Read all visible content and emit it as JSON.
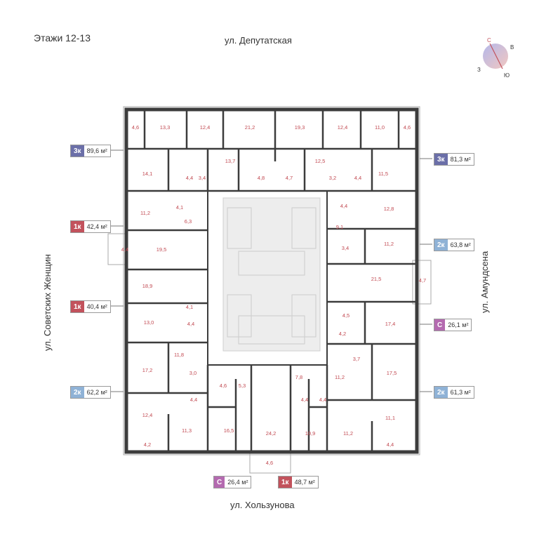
{
  "title": "Этажи 12-13",
  "streets": {
    "top": "ул. Депутатская",
    "bottom": "ул. Хользунова",
    "left": "ул. Советских Женщин",
    "right": "ул. Амундсена"
  },
  "compass": {
    "n": "С",
    "e": "В",
    "s": "Ю",
    "w": "З"
  },
  "colors": {
    "3k": "#6b6fa8",
    "1k": "#c2525c",
    "2k": "#8fb2d6",
    "c": "#b46ab0",
    "room_label": "#c24a52",
    "wall": "#3c3c3c"
  },
  "badges": [
    {
      "type": "3к",
      "area": "89,6 м²",
      "color": "#6b6fa8"
    },
    {
      "type": "3к",
      "area": "81,3 м²",
      "color": "#6b6fa8"
    },
    {
      "type": "1к",
      "area": "42,4 м²",
      "color": "#c2525c"
    },
    {
      "type": "2к",
      "area": "63,8 м²",
      "color": "#8fb2d6"
    },
    {
      "type": "1к",
      "area": "40,4 м²",
      "color": "#c2525c"
    },
    {
      "type": "С",
      "area": "26,1 м²",
      "color": "#b46ab0"
    },
    {
      "type": "2к",
      "area": "62,2 м²",
      "color": "#8fb2d6"
    },
    {
      "type": "2к",
      "area": "61,3 м²",
      "color": "#8fb2d6"
    },
    {
      "type": "С",
      "area": "26,4 м²",
      "color": "#b46ab0"
    },
    {
      "type": "1к",
      "area": "48,7 м²",
      "color": "#c2525c"
    }
  ],
  "rooms": [
    "4,6",
    "13,3",
    "12,4",
    "21,2",
    "19,3",
    "12,4",
    "11,0",
    "4,6",
    "14,1",
    "13,7",
    "12,5",
    "11,5",
    "4,4",
    "3,4",
    "4,8",
    "4,7",
    "3,2",
    "4,4",
    "11,2",
    "4,1",
    "6,3",
    "4,4",
    "12,8",
    "9,1",
    "4,4",
    "19,5",
    "3,4",
    "11,2",
    "18,9",
    "21,5",
    "4,7",
    "4,1",
    "4,5",
    "13,0",
    "4,4",
    "17,4",
    "4,2",
    "11,8",
    "17,2",
    "3,0",
    "4,6",
    "5,3",
    "7,8",
    "11,2",
    "3,7",
    "17,5",
    "4,4",
    "4,4",
    "4,4",
    "12,4",
    "11,3",
    "16,5",
    "24,2",
    "10,9",
    "11,2",
    "11,1",
    "4,2",
    "4,4",
    "4,6"
  ]
}
